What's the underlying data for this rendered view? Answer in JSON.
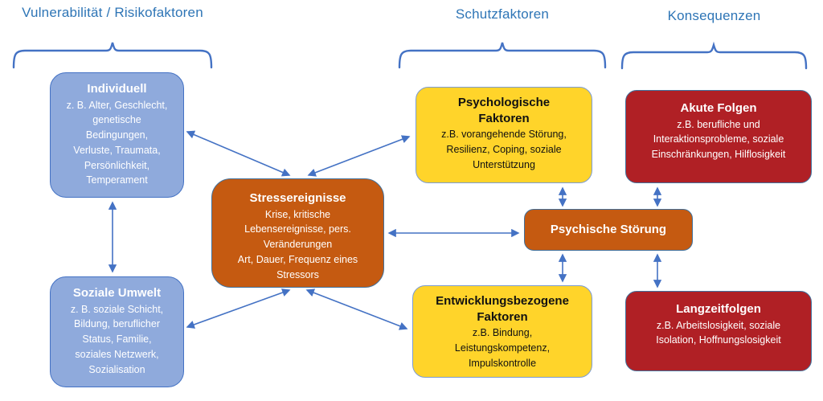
{
  "headers": {
    "risk": "Vulnerabilität / Risikofaktoren",
    "protective": "Schutzfaktoren",
    "consequences": "Konsequenzen"
  },
  "boxes": {
    "individuell": {
      "title": "Individuell",
      "body": "z. B. Alter, Geschlecht,\ngenetische\nBedingungen,\nVerluste, Traumata,\nPersönlichkeit,\nTemperament"
    },
    "soziale_umwelt": {
      "title": "Soziale Umwelt",
      "body": "z. B. soziale Schicht,\nBildung, beruflicher\nStatus, Familie,\nsoziales Netzwerk,\nSozialisation"
    },
    "stressereignisse": {
      "title": "Stressereignisse",
      "body": "Krise, kritische\nLebensereignisse, pers.\nVeränderungen\nArt, Dauer, Frequenz eines\nStressors"
    },
    "psychologische_faktoren": {
      "title": "Psychologische\nFaktoren",
      "body": "z.B. vorangehende Störung,\nResilienz, Coping, soziale\nUnterstützung"
    },
    "entwicklungsbezogene_faktoren": {
      "title": "Entwicklungsbezogene\nFaktoren",
      "body": "z.B. Bindung,\nLeistungskompetenz,\nImpulskontrolle"
    },
    "akute_folgen": {
      "title": "Akute Folgen",
      "body": "z.B. berufliche und\nInteraktionsprobleme, soziale\nEinschränkungen, Hilflosigkeit"
    },
    "psychische_stoerung": {
      "title": "Psychische Störung"
    },
    "langzeitfolgen": {
      "title": "Langzeitfolgen",
      "body": "z.B. Arbeitslosigkeit, soziale\nIsolation, Hoffnungslosigkeit"
    }
  },
  "connections": [
    {
      "from": "individuell",
      "to": "soziale_umwelt",
      "bidirectional": true
    },
    {
      "from": "individuell",
      "to": "stressereignisse",
      "bidirectional": true
    },
    {
      "from": "soziale_umwelt",
      "to": "stressereignisse",
      "bidirectional": true
    },
    {
      "from": "stressereignisse",
      "to": "psychologische_faktoren",
      "bidirectional": true
    },
    {
      "from": "stressereignisse",
      "to": "entwicklungsbezogene_faktoren",
      "bidirectional": true
    },
    {
      "from": "stressereignisse",
      "to": "psychische_stoerung",
      "bidirectional": true
    },
    {
      "from": "psychologische_faktoren",
      "to": "psychische_stoerung",
      "bidirectional": true
    },
    {
      "from": "akute_folgen",
      "to": "psychische_stoerung",
      "bidirectional": true
    },
    {
      "from": "psychische_stoerung",
      "to": "entwicklungsbezogene_faktoren",
      "bidirectional": true
    },
    {
      "from": "psychische_stoerung",
      "to": "langzeitfolgen",
      "bidirectional": true
    }
  ],
  "colors": {
    "header_text": "#2E75B6",
    "arrow": "#4472C4",
    "box_blue": "#8FAADC",
    "box_orange": "#C55A11",
    "box_yellow": "#FFD42A",
    "box_red": "#B02025",
    "border_blue": "#4472C4"
  }
}
